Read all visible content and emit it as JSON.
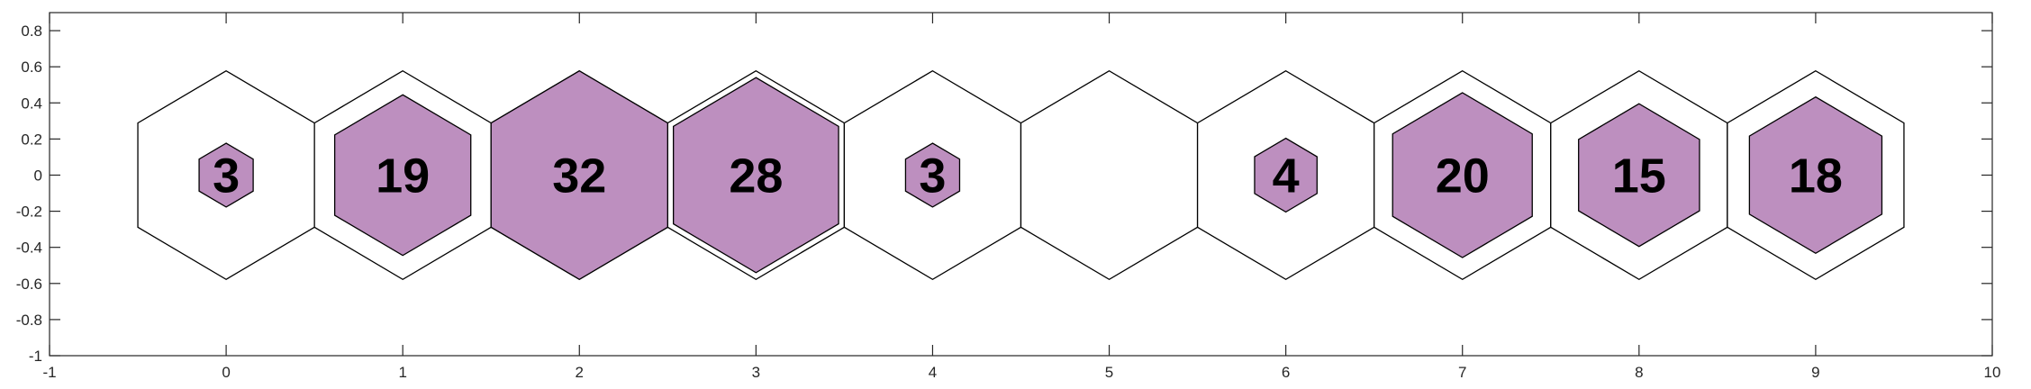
{
  "chart_data": {
    "type": "hexagon-bubble",
    "title": "",
    "xlabel": "",
    "ylabel": "",
    "xlim": [
      -1,
      10
    ],
    "ylim": [
      -1,
      0.9
    ],
    "xticks": [
      "-1",
      "0",
      "1",
      "2",
      "3",
      "4",
      "5",
      "6",
      "7",
      "8",
      "9",
      "10"
    ],
    "yticks": [
      "-1",
      "-0.8",
      "-0.6",
      "-0.4",
      "-0.2",
      "0",
      "0.2",
      "0.4",
      "0.6",
      "0.8"
    ],
    "grid": false,
    "fill_color": "#bd8fbf",
    "max_value": 32,
    "cells": [
      {
        "x": 0,
        "value": 3,
        "label": "3"
      },
      {
        "x": 1,
        "value": 19,
        "label": "19"
      },
      {
        "x": 2,
        "value": 32,
        "label": "32"
      },
      {
        "x": 3,
        "value": 28,
        "label": "28"
      },
      {
        "x": 4,
        "value": 3,
        "label": "3"
      },
      {
        "x": 5,
        "value": 0,
        "label": ""
      },
      {
        "x": 6,
        "value": 4,
        "label": "4"
      },
      {
        "x": 7,
        "value": 20,
        "label": "20"
      },
      {
        "x": 8,
        "value": 15,
        "label": "15"
      },
      {
        "x": 9,
        "value": 18,
        "label": "18"
      }
    ]
  }
}
